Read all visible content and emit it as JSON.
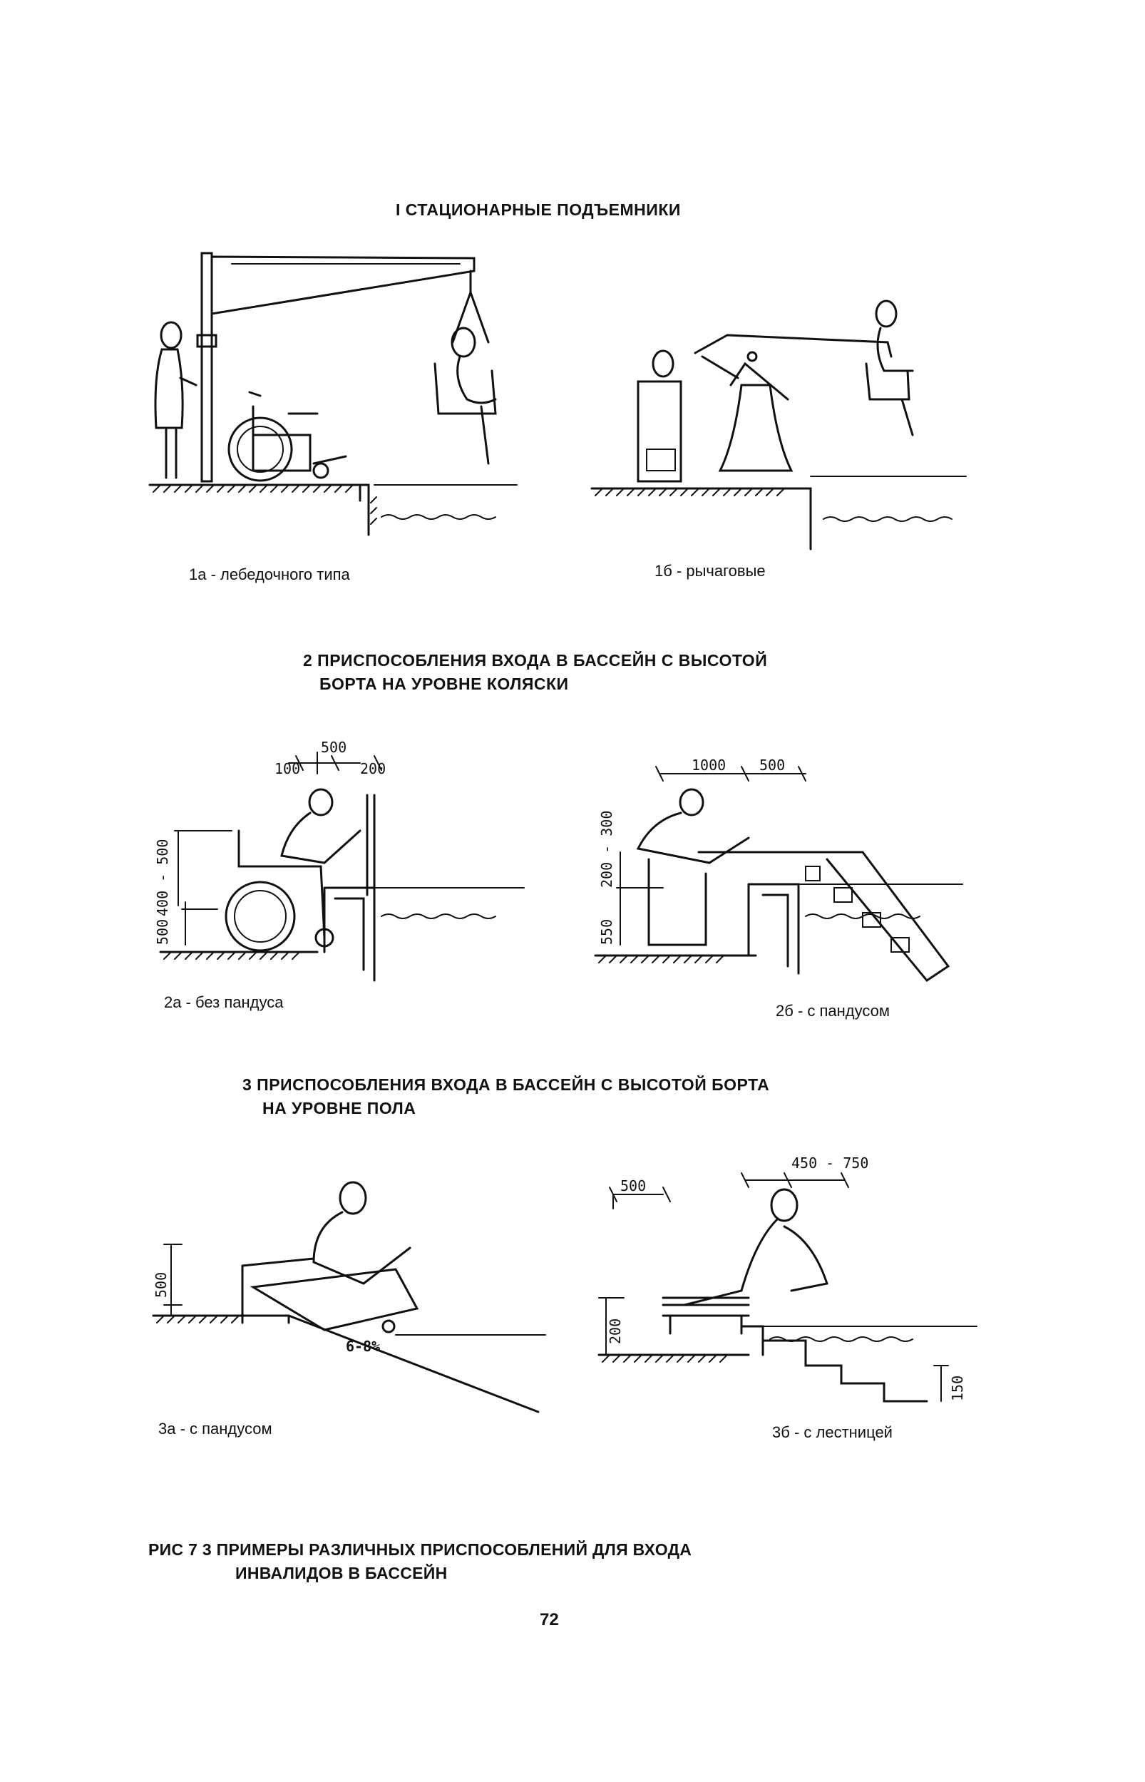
{
  "sections": [
    {
      "heading": "I СТАЦИОНАРНЫЕ ПОДЪЕМНИКИ",
      "captions": [
        "1а - лебедочного типа",
        "1б - рычаговые"
      ]
    },
    {
      "heading_line1": "2 ПРИСПОСОБЛЕНИЯ ВХОДА В БАССЕЙН С ВЫСОТОЙ",
      "heading_line2": "БОРТА НА УРОВНЕ КОЛЯСКИ",
      "captions": [
        "2а - без пандуса",
        "2б - с пандусом"
      ],
      "dims_2a": [
        "500",
        "100",
        "200",
        "400 - 500",
        "500"
      ],
      "dims_2b": [
        "1000",
        "500",
        "200 - 300",
        "550"
      ]
    },
    {
      "heading_line1": "3 ПРИСПОСОБЛЕНИЯ ВХОДА В БАССЕЙН С ВЫСОТОЙ БОРТА",
      "heading_line2": "НА УРОВНЕ ПОЛА",
      "captions": [
        "3а - с пандусом",
        "3б - с лестницей"
      ],
      "dims_3a": [
        "500",
        "6-8%"
      ],
      "dims_3b": [
        "450 - 750",
        "500",
        "200",
        "150"
      ]
    }
  ],
  "figure_caption": {
    "line1": "РИС 7 3 ПРИМЕРЫ РАЗЛИЧНЫХ ПРИСПОСОБЛЕНИЙ ДЛЯ ВХОДА",
    "line2": "ИНВАЛИДОВ В БАССЕЙН"
  },
  "page_number": "72"
}
